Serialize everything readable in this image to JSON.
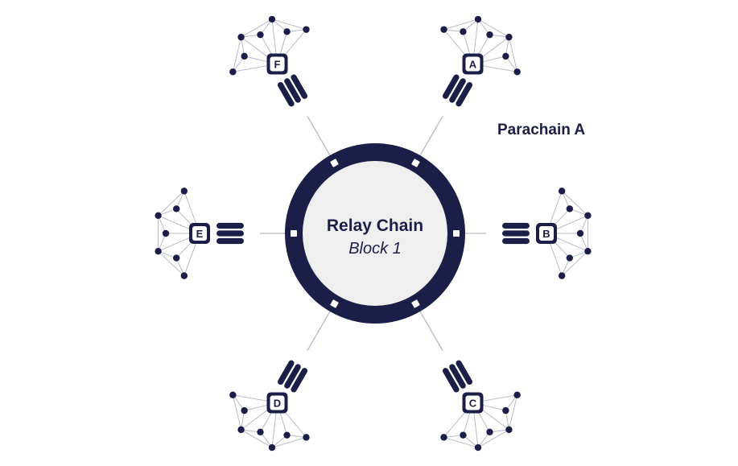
{
  "colors": {
    "navy": "#1b1f47",
    "center_fill": "#efefef",
    "link": "#b8bccb",
    "background": "#ffffff"
  },
  "relay_chain": {
    "title": "Relay Chain",
    "subtitle": "Block 1"
  },
  "parachain_label": "Parachain A",
  "parachains": [
    {
      "id": "A",
      "letter": "A"
    },
    {
      "id": "B",
      "letter": "B"
    },
    {
      "id": "C",
      "letter": "C"
    },
    {
      "id": "D",
      "letter": "D"
    },
    {
      "id": "E",
      "letter": "E"
    },
    {
      "id": "F",
      "letter": "F"
    }
  ]
}
